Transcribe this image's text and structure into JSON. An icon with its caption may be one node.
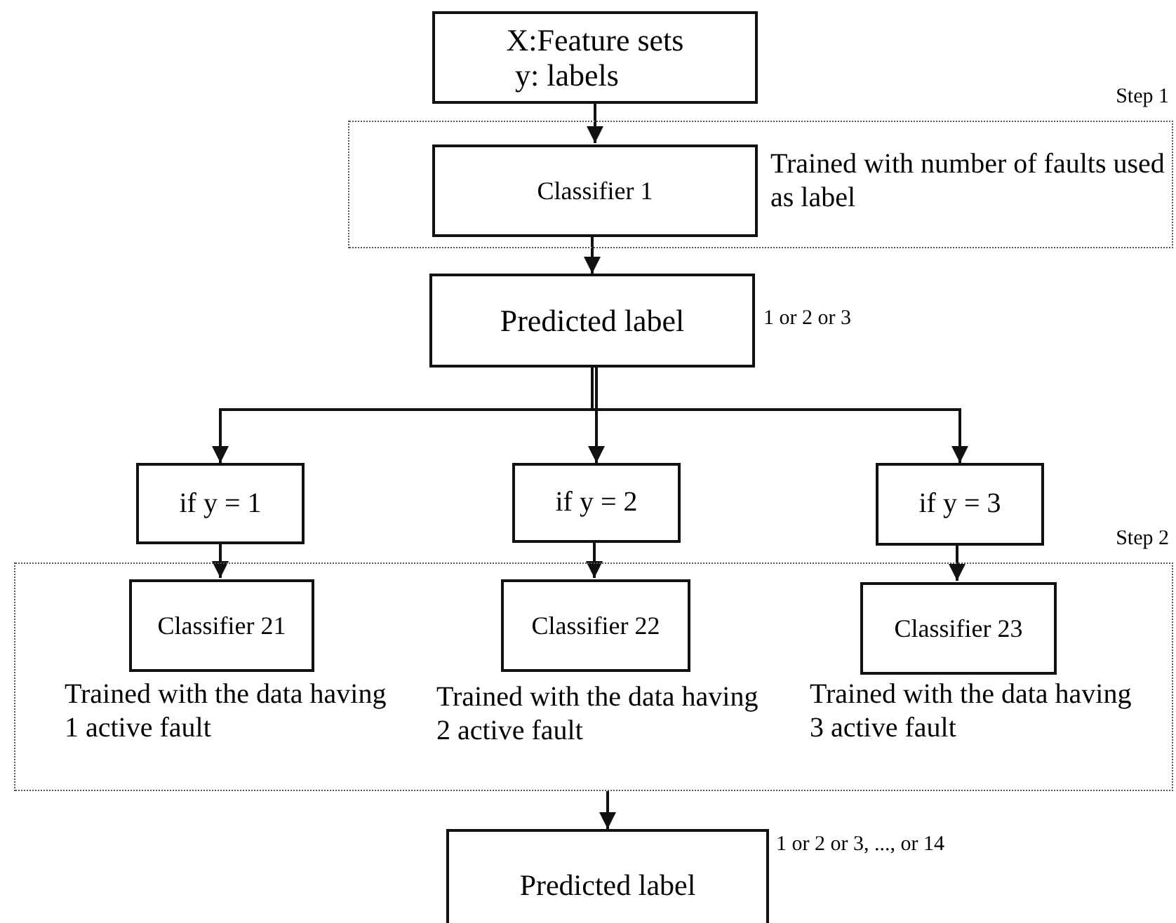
{
  "diagram": {
    "nodes": [
      {
        "text": [
          "X:Feature sets",
          "y: labels"
        ]
      },
      {
        "text": [
          "Step 1"
        ]
      },
      {
        "text": [
          "Classifier 1"
        ],
        "in": 1,
        "beside": [
          "Trained with number of faults used as label"
        ]
      },
      {
        "text": [
          "Predicted label"
        ],
        "beside": [
          "1 or 2 or 3"
        ]
      },
      {
        "text": [
          "if y = 1"
        ]
      },
      {
        "text": [
          "if y = 2"
        ]
      },
      {
        "text": [
          "if y = 3"
        ]
      },
      {
        "text": [
          "Step 2"
        ]
      },
      {
        "text": [
          "Classifier 21"
        ],
        "in": 7,
        "beside": [
          "Trained with the data having 1 active fault"
        ]
      },
      {
        "text": [
          "Classifier 22"
        ],
        "in": 7,
        "beside": [
          "Trained with the data having 2 active fault"
        ]
      },
      {
        "text": [
          "Classifier 23"
        ],
        "in": 7,
        "beside": [
          "Trained with the data having 3 active fault"
        ]
      },
      {
        "text": [
          "Predicted label"
        ],
        "beside": [
          "1 or 2 or 3, ..., or 14"
        ]
      }
    ],
    "edges": [
      {
        "from": 0,
        "to": 2,
        "arrow": "to"
      },
      {
        "from": 2,
        "to": 3,
        "arrow": "to"
      },
      {
        "from": 3,
        "to": 4,
        "arrow": "to"
      },
      {
        "from": 3,
        "to": 5,
        "arrow": "to"
      },
      {
        "from": 3,
        "to": 6,
        "arrow": "to"
      },
      {
        "from": 4,
        "to": 8,
        "arrow": "to"
      },
      {
        "from": 5,
        "to": 9,
        "arrow": "to"
      },
      {
        "from": 6,
        "to": 10,
        "arrow": "to"
      },
      {
        "from": 7,
        "to": 11,
        "arrow": "to"
      }
    ]
  }
}
